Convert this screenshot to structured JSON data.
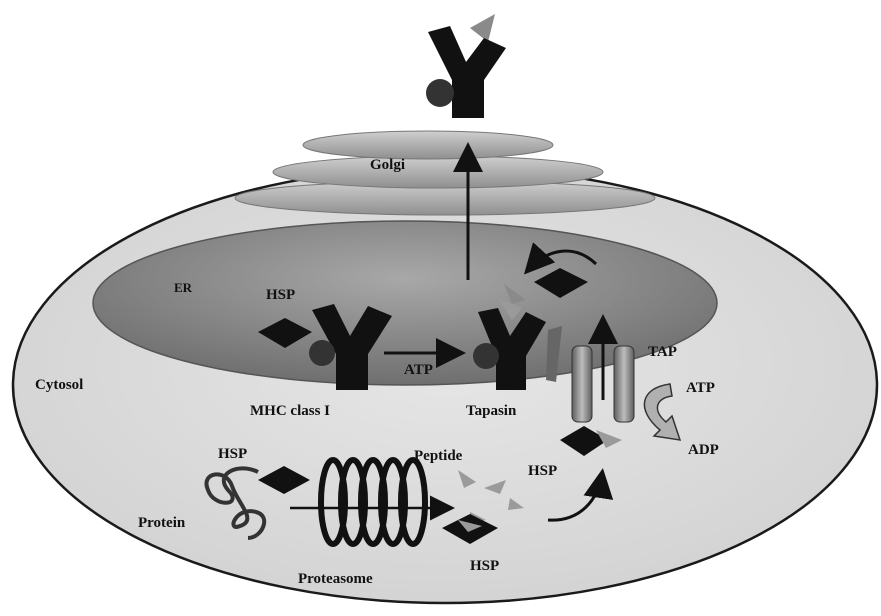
{
  "labels": {
    "golgi": "Golgi",
    "er": "ER",
    "hsp_er": "HSP",
    "atp_er": "ATP",
    "tap": "TAP",
    "atp_tap": "ATP",
    "adp": "ADP",
    "cytosol": "Cytosol",
    "mhc": "MHC class I",
    "tapasin": "Tapasin",
    "hsp_proteasome": "HSP",
    "peptide": "Peptide",
    "hsp_peptide": "HSP",
    "protein": "Protein",
    "proteasome": "Proteasome",
    "hsp_bottom": "HSP"
  },
  "colors": {
    "cell": "#dedede",
    "cell_edge": "#1a1a1a",
    "er": "#8e8e8e",
    "golgi": "#b4b4b4",
    "ink": "#111111",
    "peptide": "#9a9a9a"
  }
}
